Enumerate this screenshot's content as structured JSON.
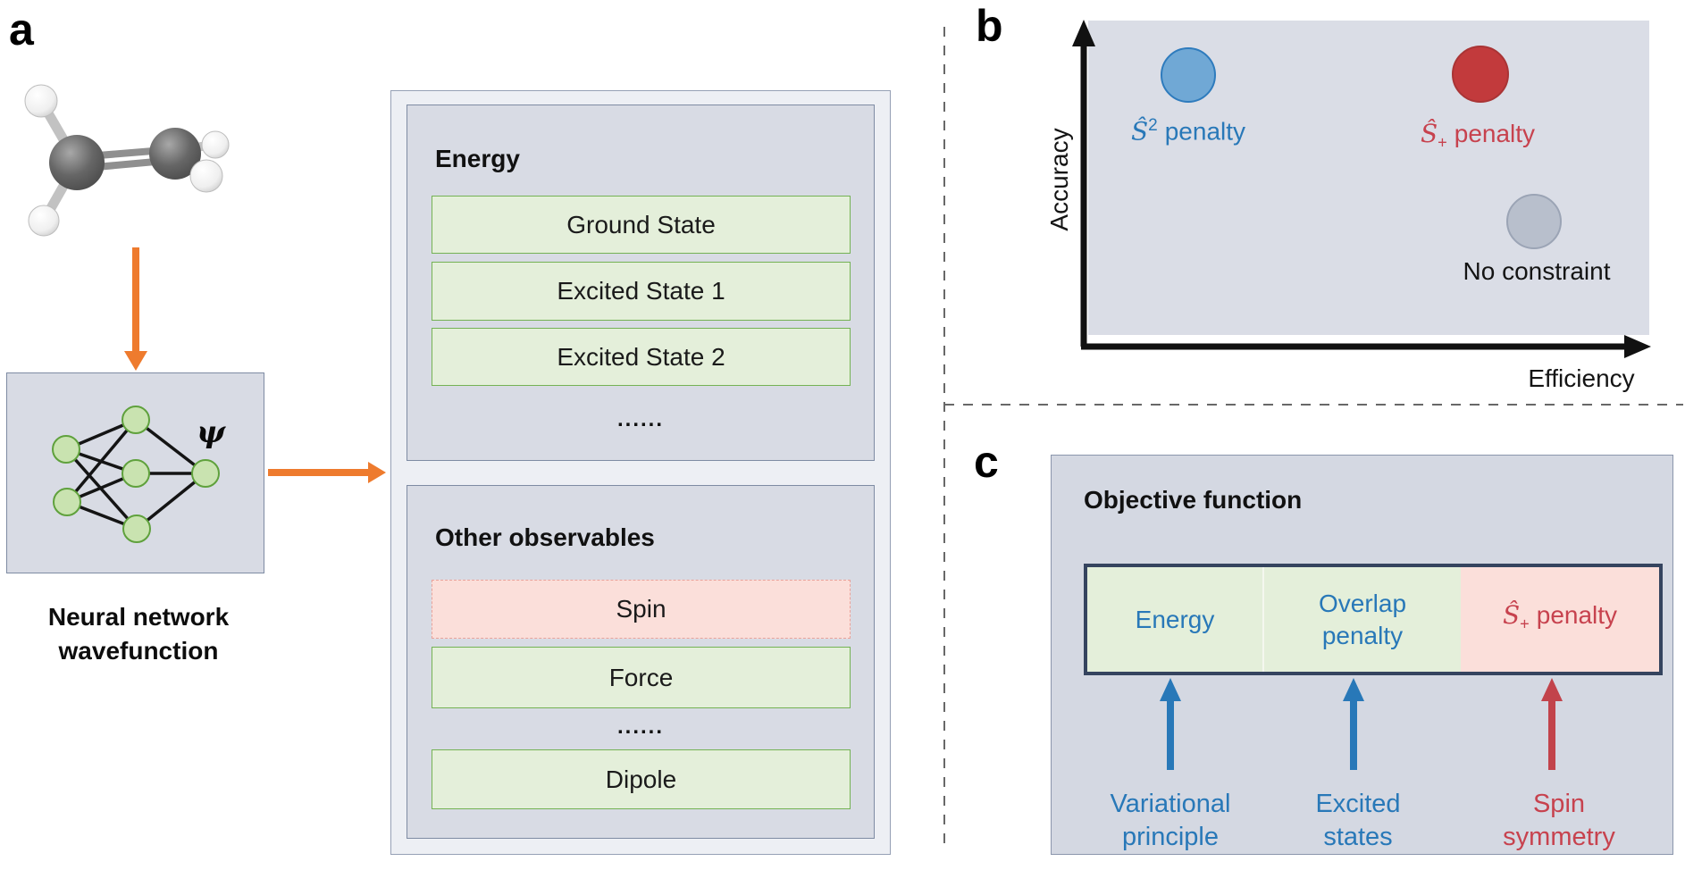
{
  "figure": {
    "panel_a": {
      "label": "a",
      "psi": "ψ",
      "caption_line1": "Neural network",
      "caption_line2": "wavefunction",
      "energy_title": "Energy",
      "energy_rows": [
        "Ground State",
        "Excited State 1",
        "Excited State 2"
      ],
      "energy_ellipsis": "......",
      "obs_title": "Other observables",
      "obs_spin": "Spin",
      "obs_force": "Force",
      "obs_ellipsis": "......",
      "obs_dipole": "Dipole"
    },
    "panel_b": {
      "label": "b",
      "y_axis_label": "Accuracy",
      "x_axis_label": "Efficiency",
      "s2_hat": "Ŝ",
      "s2_sup": "2",
      "s2_rest": "penalty",
      "splus_hat": "Ŝ",
      "splus_sub": "+",
      "splus_rest": "penalty",
      "no_constraint": "No constraint"
    },
    "panel_c": {
      "label": "c",
      "title": "Objective function",
      "cell_energy": "Energy",
      "cell_overlap_line1": "Overlap",
      "cell_overlap_line2": "penalty",
      "cell_splus_hat": "Ŝ",
      "cell_splus_sub": "+",
      "cell_splus_rest": "penalty",
      "ann1_line1": "Variational",
      "ann1_line2": "principle",
      "ann2_line1": "Excited",
      "ann2_line2": "states",
      "ann3_line1": "Spin",
      "ann3_line2": "symmetry"
    },
    "colors": {
      "accent_orange": "#ee7b2e",
      "blue": "#2878b8",
      "red": "#c7424e",
      "green_fill": "#e4efda",
      "pink_fill": "#fbdfda"
    }
  }
}
